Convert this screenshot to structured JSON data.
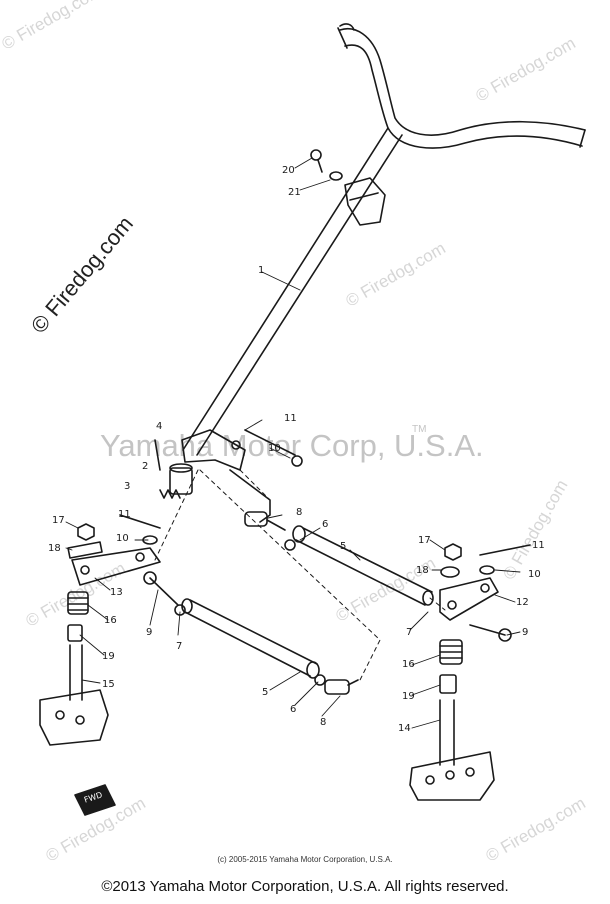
{
  "watermarks": {
    "repeat_text": "© Firedog.com",
    "center_text": "Yamaha Motor Corp, U.S.A.",
    "center_tm": "TM"
  },
  "callouts": {
    "c1": "1",
    "c2": "2",
    "c3": "3",
    "c4": "4",
    "c5a": "5",
    "c5b": "5",
    "c6a": "6",
    "c6b": "6",
    "c7a": "7",
    "c7b": "7",
    "c8a": "8",
    "c8b": "8",
    "c9a": "9",
    "c9b": "9",
    "c10a": "10",
    "c10b": "10",
    "c10c": "10",
    "c11a": "11",
    "c11b": "11",
    "c11c": "11",
    "c12": "12",
    "c13": "13",
    "c14": "14",
    "c15": "15",
    "c16a": "16",
    "c16b": "16",
    "c17a": "17",
    "c17b": "17",
    "c18a": "18",
    "c18b": "18",
    "c19a": "19",
    "c19b": "19",
    "c20": "20",
    "c21": "21"
  },
  "fwd_label": "FWD",
  "caption_small": "(c) 2005-2015 Yamaha Motor Corporation, U.S.A.",
  "caption_main": "©2013 Yamaha Motor Corporation, U.S.A. All rights reserved."
}
